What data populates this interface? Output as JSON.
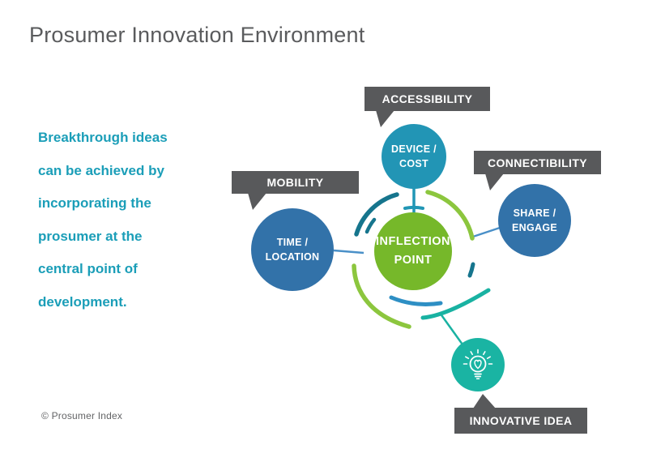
{
  "title": "Prosumer Innovation Environment",
  "intro": {
    "lines": [
      "Breakthrough ideas",
      "can be achieved by",
      "incorporating the",
      "prosumer at the",
      "central point of",
      "development."
    ]
  },
  "footer": {
    "copyright": "© Prosumer Index"
  },
  "diagram": {
    "center": {
      "line1": "INFLECTION",
      "line2": "POINT"
    },
    "bubbles": {
      "accessibility": "ACCESSIBILITY",
      "connectibility": "CONNECTIBILITY",
      "mobility": "MOBILITY",
      "innovative_idea": "INNOVATIVE IDEA"
    },
    "nodes": {
      "device_cost": {
        "line1": "DEVICE /",
        "line2": "COST"
      },
      "share_engage": {
        "line1": "SHARE /",
        "line2": "ENGAGE"
      },
      "time_location": {
        "line1": "TIME /",
        "line2": "LOCATION"
      },
      "idea": {
        "icon": "lightbulb-heart-icon"
      }
    },
    "palette": {
      "title_gray": "#5a5b5d",
      "intro_teal": "#1b9eb8",
      "bubble_gray": "#58595b",
      "center_green": "#76b82a",
      "arc_green": "#8cc63e",
      "node_teal_blue": "#2295b5",
      "node_blue": "#3272a9",
      "idea_teal": "#1ab4a3",
      "arc_dark_teal": "#16758d",
      "arc_blue": "#2e8fc4",
      "connector_blue": "#4a90c8"
    }
  }
}
